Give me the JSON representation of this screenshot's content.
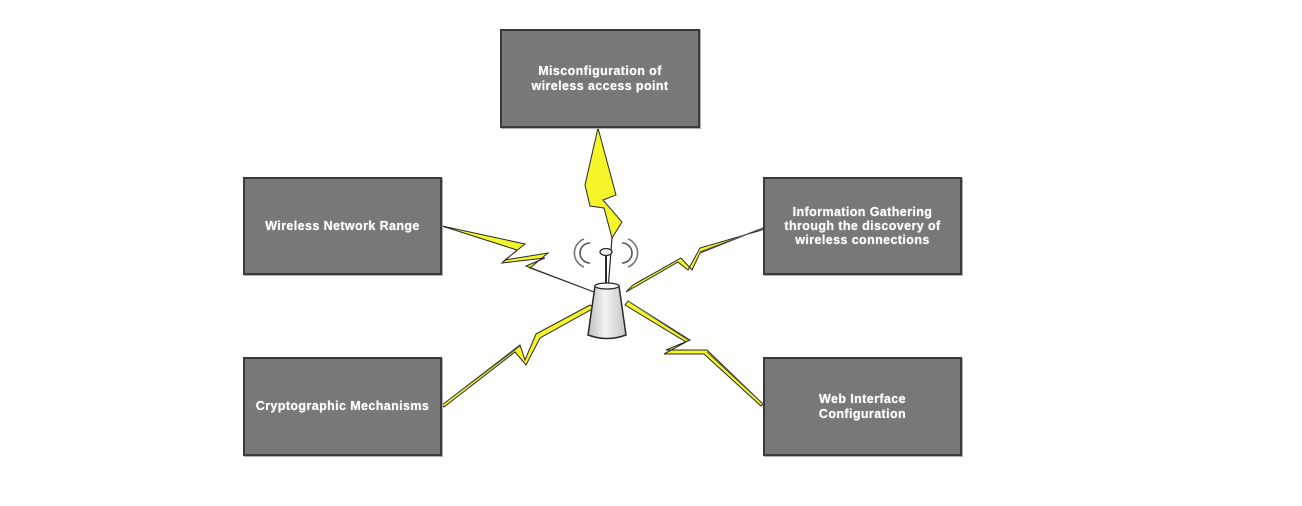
{
  "diagram": {
    "type": "hub-and-spoke",
    "center": {
      "label": "",
      "icon": "wireless-access-point-icon"
    },
    "nodes": [
      {
        "id": "top",
        "label": "Misconfiguration of wireless access point"
      },
      {
        "id": "top-left",
        "label": "Wireless Network Range"
      },
      {
        "id": "top-right",
        "label": "Information Gathering through the discovery of wireless connections"
      },
      {
        "id": "bottom-left",
        "label": "Cryptographic Mechanisms"
      },
      {
        "id": "bottom-right",
        "label": "Web Interface Configuration"
      }
    ],
    "connector_style": "lightning-bolt",
    "colors": {
      "box_fill": "#787878",
      "box_border": "#3a3a3a",
      "box_text": "#ffffff",
      "bolt_fill": "#f5f52a",
      "bolt_stroke": "#2a2a2a",
      "antenna_body": "#e6e6e6"
    }
  }
}
